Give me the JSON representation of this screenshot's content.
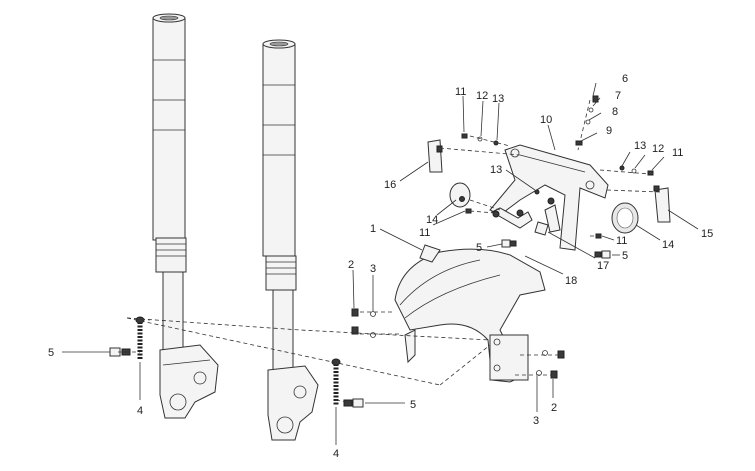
{
  "diagram": {
    "type": "exploded-parts-diagram",
    "callouts": [
      "1",
      "2",
      "2",
      "3",
      "3",
      "4",
      "4",
      "5",
      "5",
      "5",
      "5",
      "6",
      "7",
      "8",
      "9",
      "10",
      "11",
      "11",
      "11",
      "11",
      "12",
      "12",
      "13",
      "13",
      "13",
      "14",
      "14",
      "15",
      "16",
      "17",
      "18"
    ]
  },
  "labels": {
    "c1": "1",
    "c2a": "2",
    "c2b": "2",
    "c3a": "3",
    "c3b": "3",
    "c4a": "4",
    "c4b": "4",
    "c5a": "5",
    "c5b": "5",
    "c5c": "5",
    "c5d": "5",
    "c6": "6",
    "c7": "7",
    "c8": "8",
    "c9": "9",
    "c10": "10",
    "c11a": "11",
    "c11b": "11",
    "c11c": "11",
    "c11d": "11",
    "c12a": "12",
    "c12b": "12",
    "c13a": "13",
    "c13b": "13",
    "c13c": "13",
    "c14a": "14",
    "c14b": "14",
    "c15": "15",
    "c16": "16",
    "c17": "17",
    "c18": "18"
  }
}
